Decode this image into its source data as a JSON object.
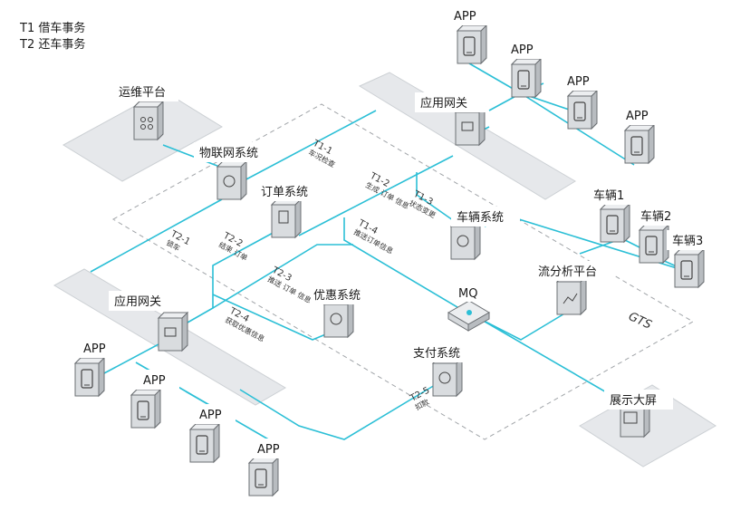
{
  "legend": {
    "t1": "T1 借车事务",
    "t2": "T2 还车事务"
  },
  "region_label": "GTS",
  "nodes": {
    "app_top_1": "APP",
    "app_top_2": "APP",
    "app_top_3": "APP",
    "app_top_4": "APP",
    "gateway_top": "应用网关",
    "ops_platform": "运维平台",
    "iot_system": "物联网系统",
    "order_system": "订单系统",
    "vehicle_system": "车辆系统",
    "vehicle_1": "车辆1",
    "vehicle_2": "车辆2",
    "vehicle_3": "车辆3",
    "stream_platform": "流分析平台",
    "mq": "MQ",
    "coupon_system": "优惠系统",
    "gateway_bottom": "应用网关",
    "app_bottom_1": "APP",
    "app_bottom_2": "APP",
    "app_bottom_3": "APP",
    "app_bottom_4": "APP",
    "payment_system": "支付系统",
    "display_screen": "展示大屏"
  },
  "edges": {
    "t1_1": {
      "id": "T1-1",
      "text": "车况检查"
    },
    "t1_2": {
      "id": "T1-2",
      "text": "生成 订单 信息"
    },
    "t1_3": {
      "id": "T1-3",
      "text": "状态变更"
    },
    "t1_4": {
      "id": "T1-4",
      "text": "推送订单信息"
    },
    "t2_1": {
      "id": "T2-1",
      "text": "锁车"
    },
    "t2_2": {
      "id": "T2-2",
      "text": "结束 订单"
    },
    "t2_3": {
      "id": "T2-3",
      "text": "推送 订单 信息"
    },
    "t2_4": {
      "id": "T2-4",
      "text": "获取优惠信息"
    },
    "t2_5": {
      "id": "T2-5",
      "text": "扣款"
    }
  },
  "colors": {
    "line": "#2bbfd6",
    "slab": "#e3e6ea",
    "device": "#d9dcdf",
    "device_edge": "#6b6f73",
    "label_bg": "#ffffff"
  }
}
